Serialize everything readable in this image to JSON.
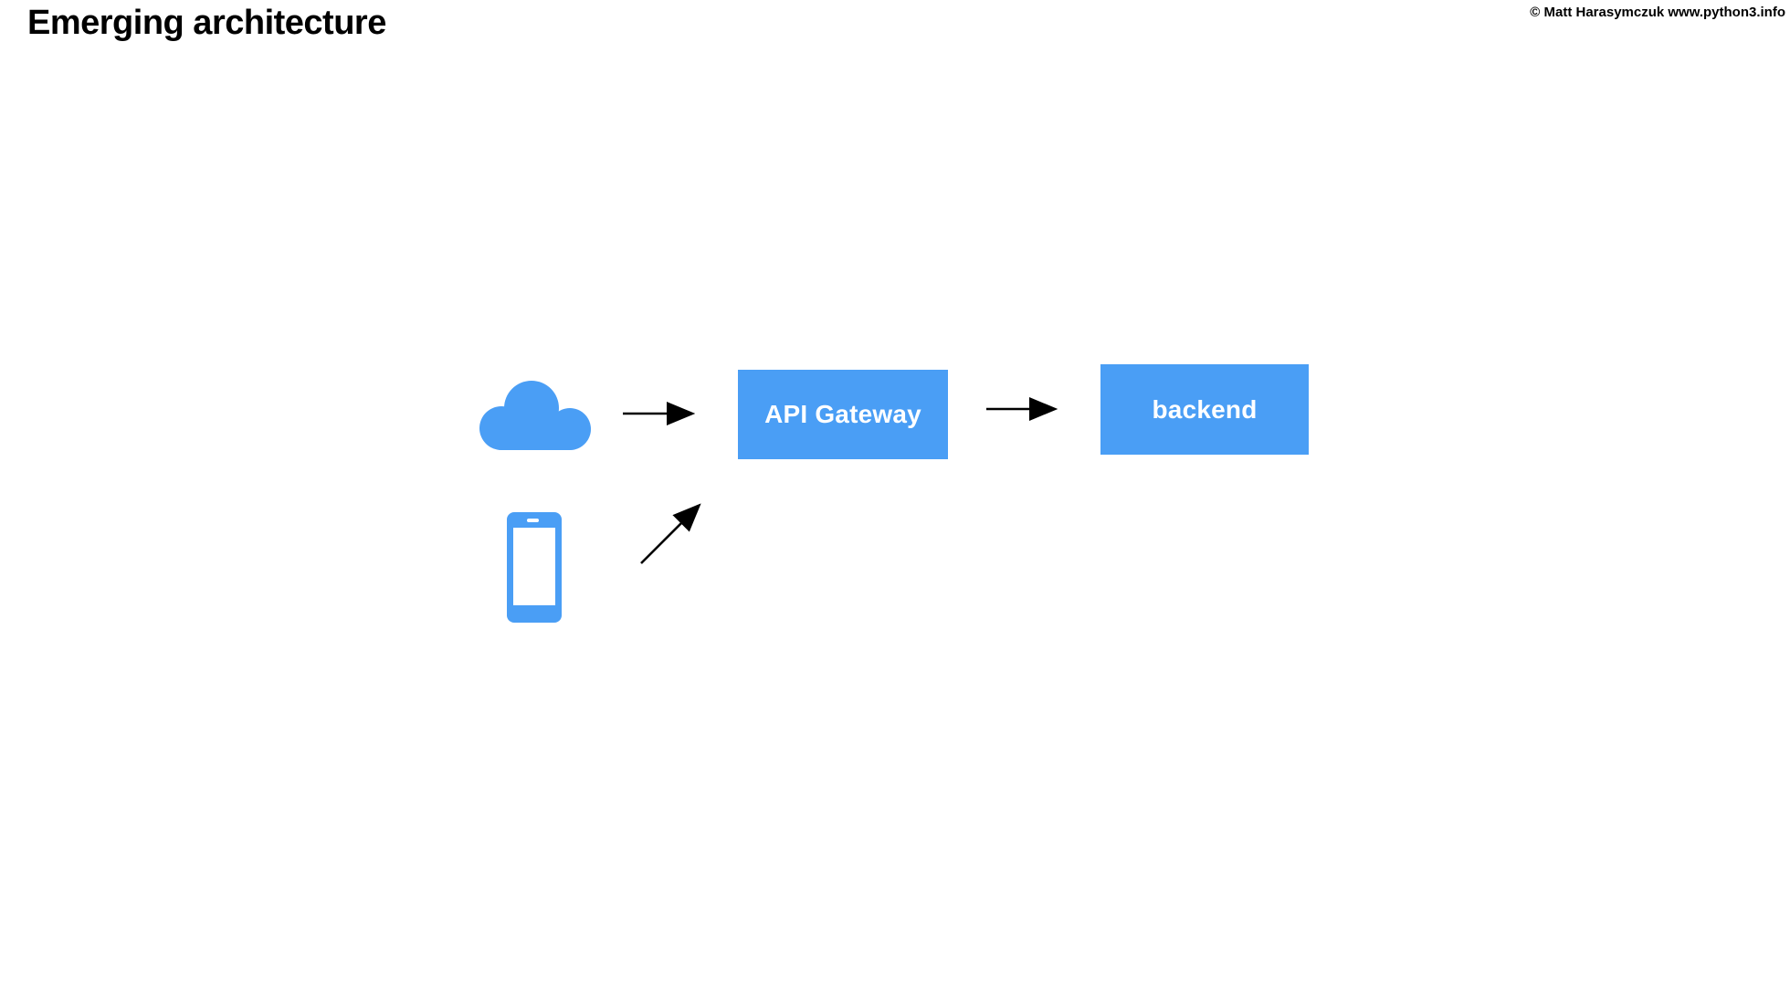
{
  "page": {
    "title": "Emerging architecture",
    "copyright": "© Matt Harasymczuk www.python3.info",
    "background_color": "#FFFFFF"
  },
  "diagram": {
    "accent_color": "#4A9EF5",
    "arrow_color": "#000000",
    "node_text_color": "#FFFFFF",
    "nodes": {
      "cloud": {
        "type": "icon",
        "icon": "cloud-icon",
        "color": "#4A9EF5"
      },
      "phone": {
        "type": "icon",
        "icon": "smartphone-icon",
        "color": "#4A9EF5"
      },
      "api_gateway": {
        "type": "box",
        "label": "API Gateway",
        "fill": "#4A9EF5",
        "text_color": "#FFFFFF"
      },
      "backend": {
        "type": "box",
        "label": "backend",
        "fill": "#4A9EF5",
        "text_color": "#FFFFFF"
      }
    },
    "edges": [
      {
        "from": "cloud",
        "to": "api_gateway",
        "style": "straight-arrow",
        "color": "#000000"
      },
      {
        "from": "phone",
        "to": "api_gateway",
        "style": "straight-arrow",
        "color": "#000000"
      },
      {
        "from": "api_gateway",
        "to": "backend",
        "style": "straight-arrow",
        "color": "#000000"
      }
    ]
  }
}
